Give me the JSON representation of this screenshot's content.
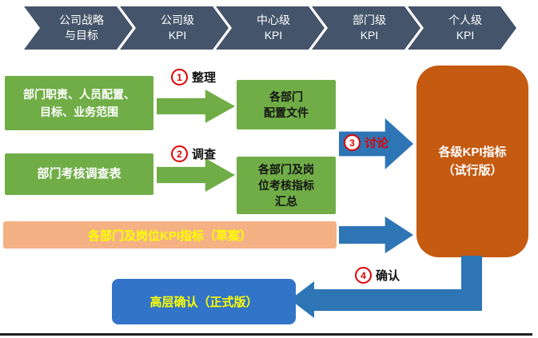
{
  "colors": {
    "chevron": "#44546A",
    "green": "#70AD47",
    "orange": "#C55A11",
    "salmon": "#F4B183",
    "blue": "#2E75B6",
    "blue2": "#3274C8",
    "yellow": "#FFFF00",
    "red": "#E00000"
  },
  "chevrons": {
    "items": [
      {
        "line1": "公司战略",
        "line2": "与目标"
      },
      {
        "line1": "公司级",
        "line2": "KPI"
      },
      {
        "line1": "中心级",
        "line2": "KPI"
      },
      {
        "line1": "部门级",
        "line2": "KPI"
      },
      {
        "line1": "个人级",
        "line2": "KPI"
      }
    ]
  },
  "boxes": {
    "dept_duties": {
      "line1": "部门职责、人员配置、",
      "line2": "目标、业务范围"
    },
    "dept_survey": {
      "text": "部门考核调查表"
    },
    "dept_config": {
      "line1": "各部门",
      "line2": "配置文件"
    },
    "kpi_summary": {
      "line1": "各部门及岗",
      "line2": "位考核指标",
      "line3": "汇总"
    },
    "kpi_trial": {
      "line1": "各级KPI指标",
      "line2": "（试行版）"
    },
    "kpi_draft": {
      "text": "各部门及岗位KPI指标（草案）"
    },
    "final_confirm": {
      "text": "高层确认（正式版）"
    }
  },
  "steps": [
    {
      "num": "1",
      "label": "整理"
    },
    {
      "num": "2",
      "label": "调查"
    },
    {
      "num": "3",
      "label": "讨论"
    },
    {
      "num": "4",
      "label": "确认"
    }
  ]
}
